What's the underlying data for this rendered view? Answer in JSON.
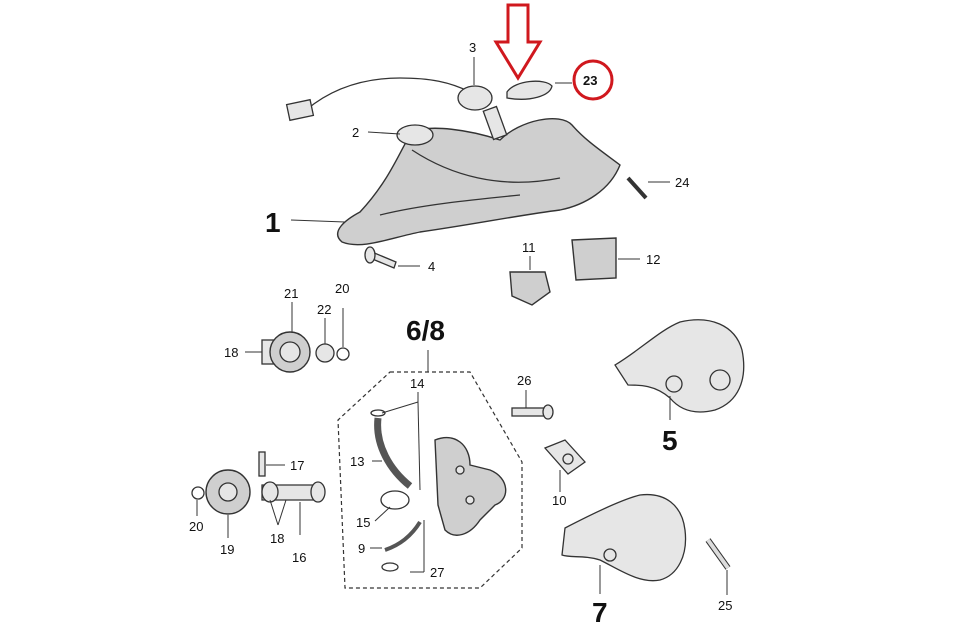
{
  "labels": {
    "l1": "1",
    "l2": "2",
    "l3": "3",
    "l4": "4",
    "l5": "5",
    "l68": "6/8",
    "l7": "7",
    "l9": "9",
    "l10": "10",
    "l11": "11",
    "l12": "12",
    "l13": "13",
    "l14": "14",
    "l15": "15",
    "l16": "16",
    "l17": "17",
    "l18a": "18",
    "l18b": "18",
    "l19": "19",
    "l20a": "20",
    "l20b": "20",
    "l21": "21",
    "l22": "22",
    "l23": "23",
    "l24": "24",
    "l25": "25",
    "l26": "26",
    "l27": "27"
  },
  "highlight": {
    "color": "#d0181e",
    "part": "23"
  },
  "colors": {
    "part_fill": "#cfcfcf",
    "line": "#333333"
  }
}
